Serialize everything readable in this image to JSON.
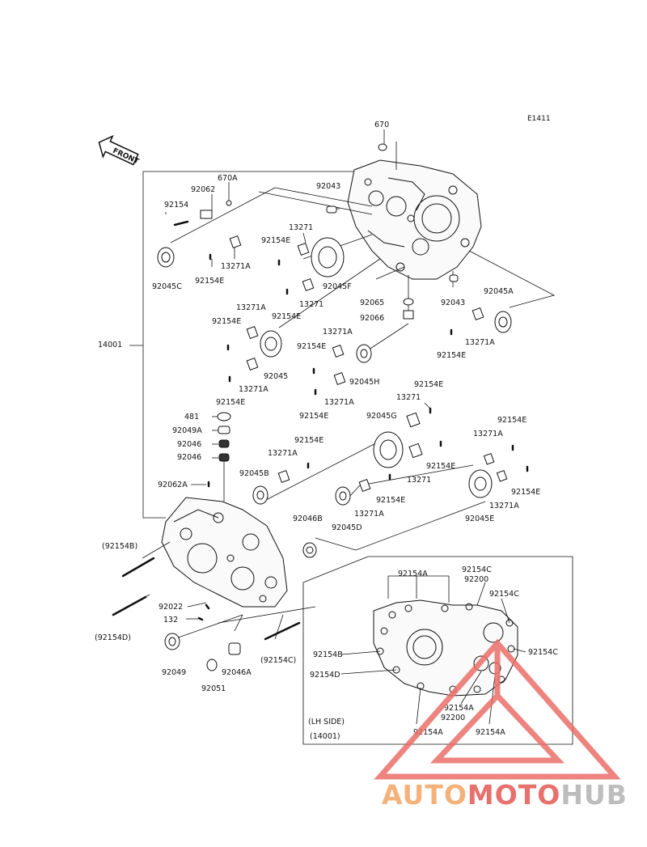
{
  "diagram_code": "E1411",
  "front_label": "FRONT",
  "labels": {
    "p670": "670",
    "p670a": "670A",
    "p92062": "92062",
    "p92154": "92154",
    "p92043_top": "92043",
    "p13271_top": "13271",
    "p92154e_a": "92154E",
    "p13271a_a": "13271A",
    "p92045c": "92045C",
    "p92154e_b": "92154E",
    "p92045f": "92045F",
    "p92154e_c": "92154E",
    "p13271_b": "13271",
    "p92065": "92065",
    "p92066": "92066",
    "p92043_right": "92043",
    "p92045a": "92045A",
    "p13271a_b": "13271A",
    "p92154e_d": "92154E",
    "p14001": "14001",
    "p13271a_c": "13271A",
    "p92154e_e": "92154E",
    "p92045": "92045",
    "p13271a_d": "13271A",
    "p92154e_f": "92154E",
    "p13271a_e": "13271A",
    "p92154e_g": "92154E",
    "p92045h": "92045H",
    "p13271a_f": "13271A",
    "p92154e_h": "92154E",
    "p92154e_i": "92154E",
    "p13271_c": "13271",
    "p481": "481",
    "p92045g": "92045G",
    "p92049a": "92049A",
    "p92046_a": "92046",
    "p92046_b": "92046",
    "p92154e_j": "92154E",
    "p13271a_g": "13271A",
    "p92154e_k": "92154E",
    "p13271a_h": "13271A",
    "p92154e_l": "92154E",
    "p13271_d": "13271",
    "p92045b": "92045B",
    "p92062a": "92062A",
    "p92154e_m": "92154E",
    "p13271a_i": "13271A",
    "p92154e_n": "92154E",
    "p13271a_j": "13271A",
    "p92045e": "92045E",
    "p92046b": "92046B",
    "p92045d": "92045D",
    "p92154b_paren": "(92154B)",
    "p92022": "92022",
    "p132": "132",
    "p92154d_paren": "(92154D)",
    "p92154c_paren": "(92154C)",
    "p92049": "92049",
    "p92046a": "92046A",
    "p92051": "92051",
    "box_92154a_top": "92154A",
    "box_92154c_top": "92154C",
    "box_92200_top": "92200",
    "box_92154c_right": "92154C",
    "box_92154c_right2": "92154C",
    "box_92154b": "92154B",
    "box_92154d": "92154D",
    "box_92154a_mid": "92154A",
    "box_92200_mid": "92200",
    "box_92154a_bl": "92154A",
    "box_92154a_br": "92154A",
    "box_lh_side": "(LH SIDE)",
    "box_14001": "(14001)"
  },
  "watermark": {
    "part1": "AUTO",
    "part2": "MOTO",
    "part3": "HUB",
    "colors": {
      "auto": "#f4b27a",
      "moto": "#e8716e",
      "hub": "#bdbdbd",
      "triangle": "#ea6f6a"
    }
  }
}
